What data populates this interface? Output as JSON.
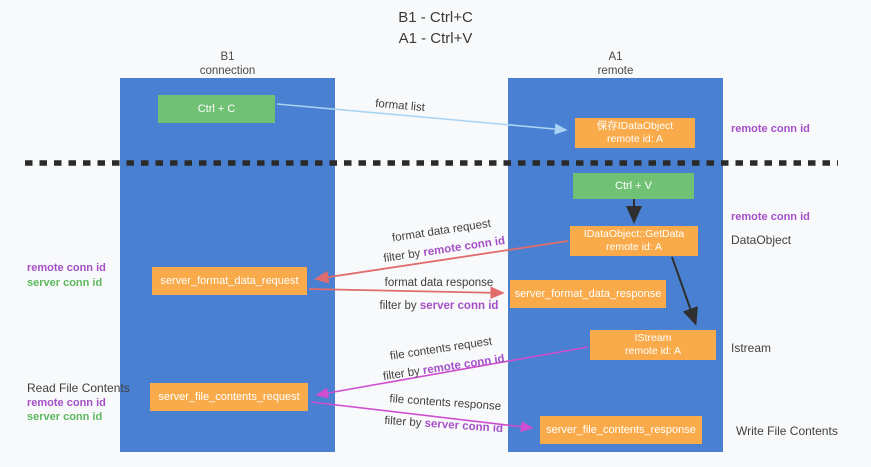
{
  "title": {
    "line1": "B1 - Ctrl+C",
    "line2": "A1 - Ctrl+V"
  },
  "lanes": {
    "left": {
      "name": "B1",
      "role": "connection"
    },
    "right": {
      "name": "A1",
      "role": "remote"
    }
  },
  "nodes": {
    "ctrl_c": {
      "label": "Ctrl + C"
    },
    "ctrl_v": {
      "label": "Ctrl + V"
    },
    "save_idataobject": {
      "line1": "保存IDataObject",
      "line2": "remote id: A"
    },
    "getdata": {
      "line1": "IDataObject::GetData",
      "line2": "remote id: A"
    },
    "istream": {
      "line1": "IStream",
      "line2": "remote id: A"
    },
    "server_format_data_request": {
      "label": "server_format_data_request"
    },
    "server_format_data_response": {
      "label": "server_format_data_response"
    },
    "server_file_contents_request": {
      "label": "server_file_contents_request"
    },
    "server_file_contents_response": {
      "label": "server_file_contents_response"
    }
  },
  "flows": {
    "format_list": {
      "label": "format list"
    },
    "format_data_request": {
      "label": "format data request",
      "filter_prefix": "filter by ",
      "filter_key": "remote conn id"
    },
    "format_data_response": {
      "label": "format data response",
      "filter_prefix": "filter by ",
      "filter_key": "server conn id"
    },
    "file_contents_request": {
      "label": "file contents request",
      "filter_prefix": "filter by ",
      "filter_key": "remote conn id"
    },
    "file_contents_response": {
      "label": "file contents response",
      "filter_prefix": "filter by ",
      "filter_key": "server conn id"
    }
  },
  "side_labels": {
    "remote_conn_id_top": "remote conn id",
    "remote_conn_id_mid": "remote conn id",
    "dataobject": "DataObject",
    "istream": "Istream",
    "write_file_contents": "Write File Contents",
    "read_file_contents": "Read File Contents",
    "left_format": {
      "remote": "remote conn id",
      "server": "server conn id"
    },
    "left_file": {
      "remote": "remote conn id",
      "server": "server conn id"
    }
  },
  "colors": {
    "lane_blue": "#4a80d2",
    "node_orange": "#f9ab4b",
    "node_green": "#71c175",
    "purple_text": "#a550c8",
    "green_text": "#5cb85f",
    "arrow_red": "#e06c6c",
    "arrow_magenta": "#cf4ecf",
    "arrow_lightblue": "#a9d3f2",
    "arrow_black": "#2f2f2f",
    "dashed_line": "#2a2a2a"
  }
}
